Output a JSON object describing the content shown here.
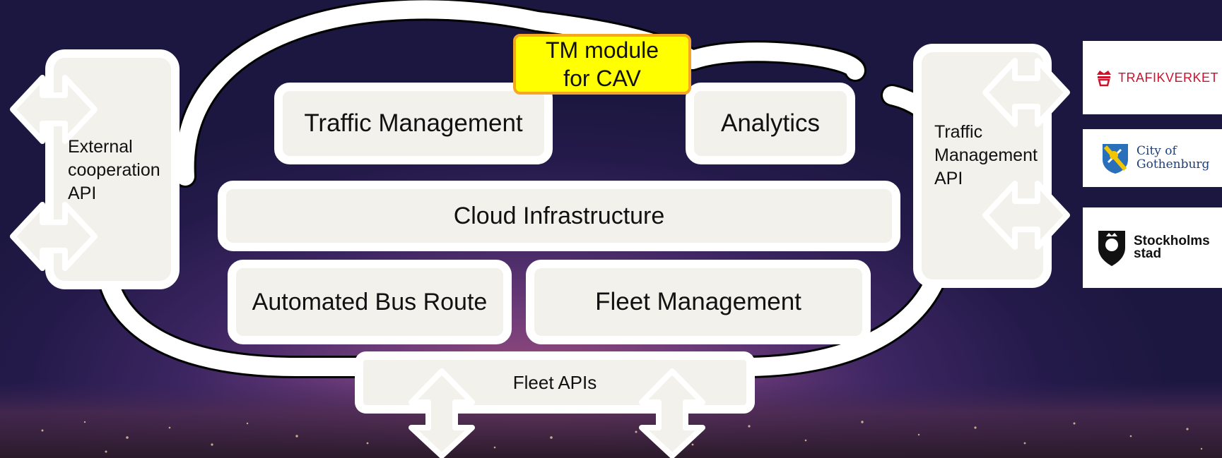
{
  "diagram": {
    "tm_module_line1": "TM module",
    "tm_module_line2": "for CAV",
    "boxes": {
      "traffic_management": "Traffic Management",
      "analytics": "Analytics",
      "cloud_infrastructure": "Cloud Infrastructure",
      "automated_bus_route": "Automated Bus Route",
      "fleet_management": "Fleet Management",
      "fleet_apis": "Fleet APIs"
    },
    "left_api": {
      "line1": "External",
      "line2": "cooperation",
      "line3": "API"
    },
    "right_api": {
      "line1": "Traffic",
      "line2": "Management",
      "line3": "API"
    },
    "logos": {
      "trafikverket": "TRAFIKVERKET",
      "gothenburg_line1": "City of",
      "gothenburg_line2": "Gothenburg",
      "stockholm_line1": "Stockholms",
      "stockholm_line2": "stad"
    },
    "colors": {
      "box_fill": "#f3f1eb",
      "tm_module_fill": "#ffff00",
      "tm_module_border": "#f5a623",
      "trafikverket_red": "#d0112b"
    }
  }
}
